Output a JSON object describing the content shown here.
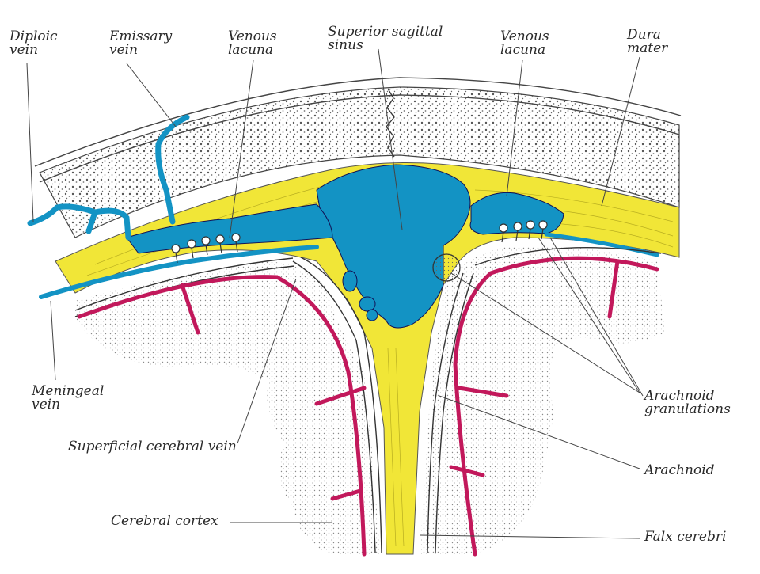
{
  "labels": {
    "diploic_vein": [
      "Diploic",
      "vein"
    ],
    "emissary_vein": [
      "Emissary",
      "vein"
    ],
    "venous_lacuna_left": [
      "Venous",
      "lacuna"
    ],
    "superior_sagittal_sinus": [
      "Superior sagittal",
      "sinus"
    ],
    "venous_lacuna_right": [
      "Venous",
      "lacuna"
    ],
    "dura_mater": [
      "Dura",
      "mater"
    ],
    "meningeal_vein": [
      "Meningeal",
      "vein"
    ],
    "superficial_cerebral_vein": "Superficial cerebral vein",
    "cerebral_cortex": "Cerebral cortex",
    "arachnoid_granulations": [
      "Arachnoid",
      "granulations"
    ],
    "arachnoid": "Arachnoid",
    "falx_cerebri": "Falx cerebri"
  },
  "colors": {
    "venous_blood": "#1393c4",
    "dura": "#f1e637",
    "artery": "#c2185b",
    "bone_stipple": "#9a9a9a",
    "ink": "#333333"
  }
}
